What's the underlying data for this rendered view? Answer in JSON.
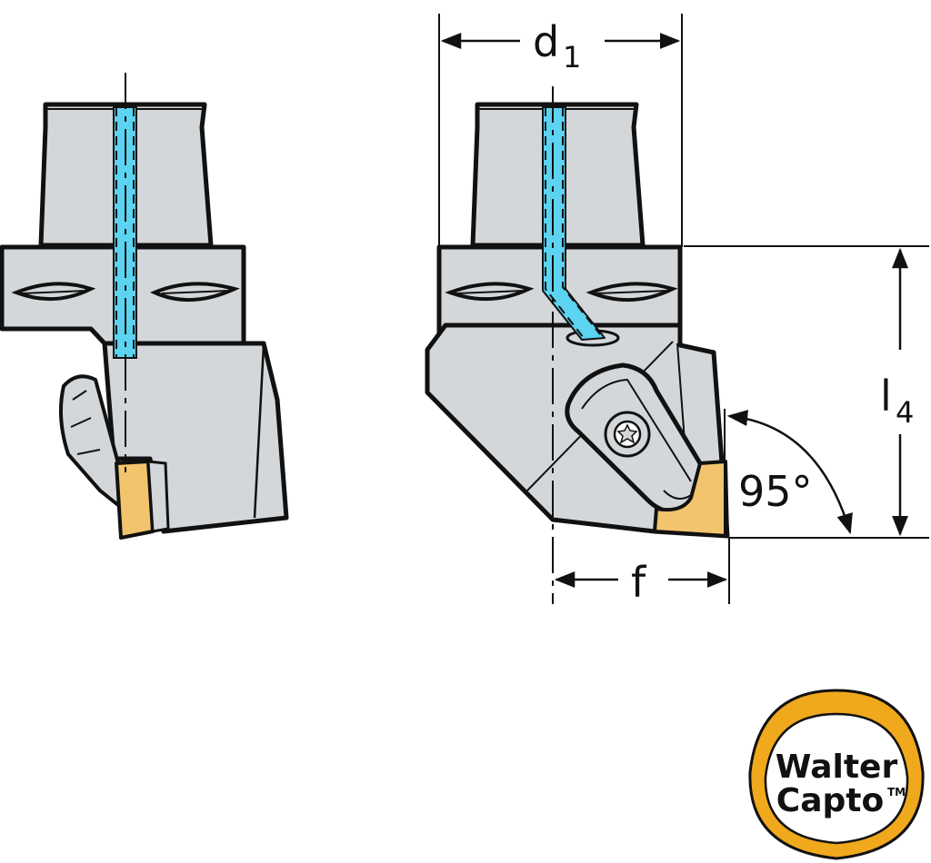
{
  "labels": {
    "d1_main": "d",
    "d1_sub": "1",
    "l4_main": "l",
    "l4_sub": "4",
    "angle": "95°",
    "f": "f"
  },
  "logo": {
    "line1": "Walter",
    "line2": "Capto",
    "tm": "TM"
  },
  "colors": {
    "body": "#d4d7d9",
    "outline": "#111111",
    "coolant": "#5cd3f0",
    "insert": "#f2c46d",
    "logo_ring": "#f0a81c"
  }
}
